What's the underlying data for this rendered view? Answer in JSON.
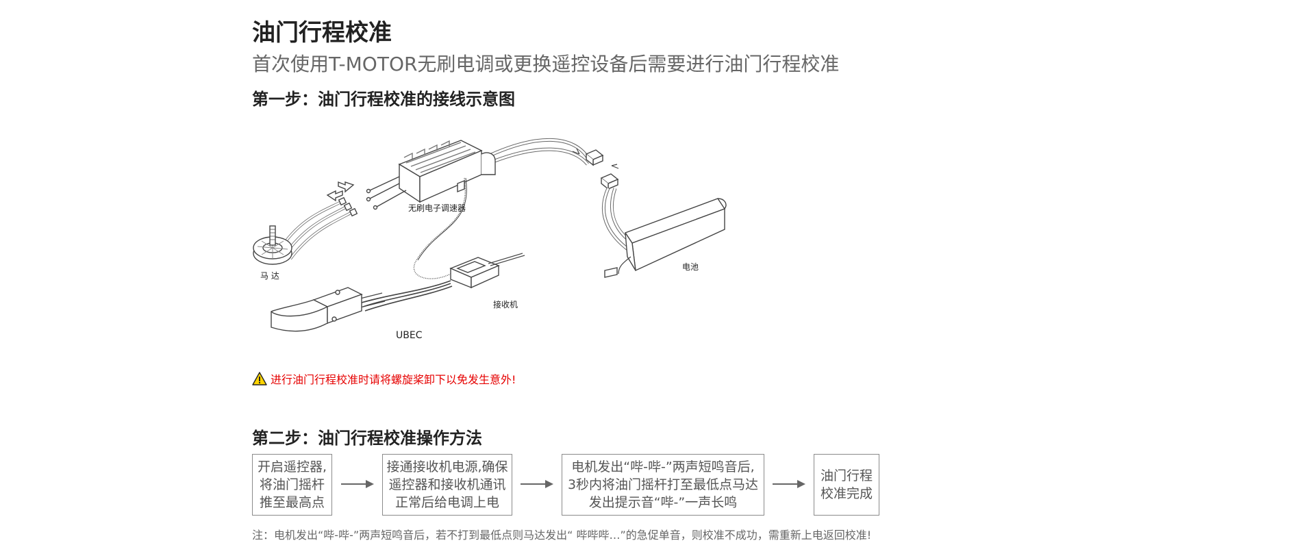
{
  "title": "油门行程校准",
  "subtitle": "首次使用T-MOTOR无刷电调或更换遥控设备后需要进行油门行程校准",
  "step1": {
    "heading": "第一步：油门行程校准的接线示意图",
    "labels": {
      "esc": "无刷电子调速器",
      "motor": "马 达",
      "battery": "电池",
      "receiver": "接收机",
      "ubec": "UBEC"
    },
    "warning": "进行油门行程校准时请将螺旋桨卸下以免发生意外!"
  },
  "step2": {
    "heading": "第二步：油门行程校准操作方法",
    "steps": [
      {
        "lines": [
          "开启遥控器,",
          "将油门摇杆",
          "推至最高点"
        ]
      },
      {
        "lines": [
          "接通接收机电源,确保",
          "遥控器和接收机通讯",
          "正常后给电调上电"
        ]
      },
      {
        "lines": [
          "电机发出“哔-哔-”两声短鸣音后,",
          "3秒内将油门摇杆打至最低点马达",
          "发出提示音“哔-”一声长鸣"
        ]
      },
      {
        "lines": [
          "油门行程",
          "校准完成"
        ]
      }
    ],
    "note": "注：电机发出“哔-哔-”两声短鸣音后，若不打到最低点则马达发出“ 哔哔哔…”的急促单音，则校准不成功，需重新上电返回校准!"
  },
  "colors": {
    "warning": "#e60000",
    "text": "#333333",
    "muted": "#666666",
    "border": "#8a8a8a"
  },
  "icons": {
    "warning": "warning-triangle-icon",
    "arrow": "arrow-right-icon"
  }
}
